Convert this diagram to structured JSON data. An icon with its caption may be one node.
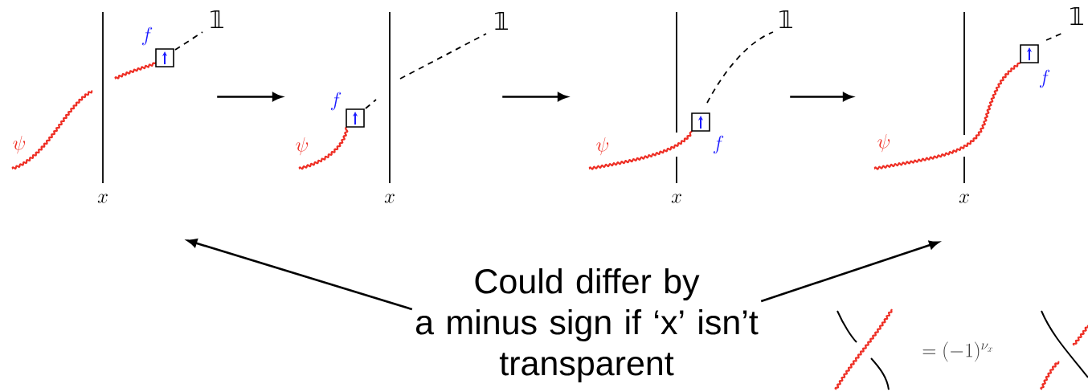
{
  "diagram": {
    "nodes": [
      {
        "text": [],
        "shape": "picture"
      },
      {
        "text": [],
        "shape": "picture"
      },
      {
        "text": [],
        "shape": "picture"
      },
      {
        "text": [],
        "shape": "picture"
      },
      {
        "text": [
          "Could differ by a minus sign if ‘x’ isn’t transparent"
        ]
      }
    ],
    "edges": [
      {
        "from": 0,
        "to": 1,
        "arrow": "to"
      },
      {
        "from": 1,
        "to": 2,
        "arrow": "to"
      },
      {
        "from": 2,
        "to": 3,
        "arrow": "to"
      },
      {
        "from": 4,
        "to": 0,
        "arrow": "to"
      },
      {
        "from": 4,
        "to": 3,
        "arrow": "to"
      }
    ],
    "labels": [
      "f",
      "𝟙",
      "\\psi",
      "x",
      "f",
      "𝟙",
      "\\psi",
      "x",
      "f",
      "𝟙",
      "\\psi",
      "x",
      "f",
      "𝟙",
      "\\psi",
      "x",
      "= (-1)^{\\nu_x}"
    ]
  }
}
